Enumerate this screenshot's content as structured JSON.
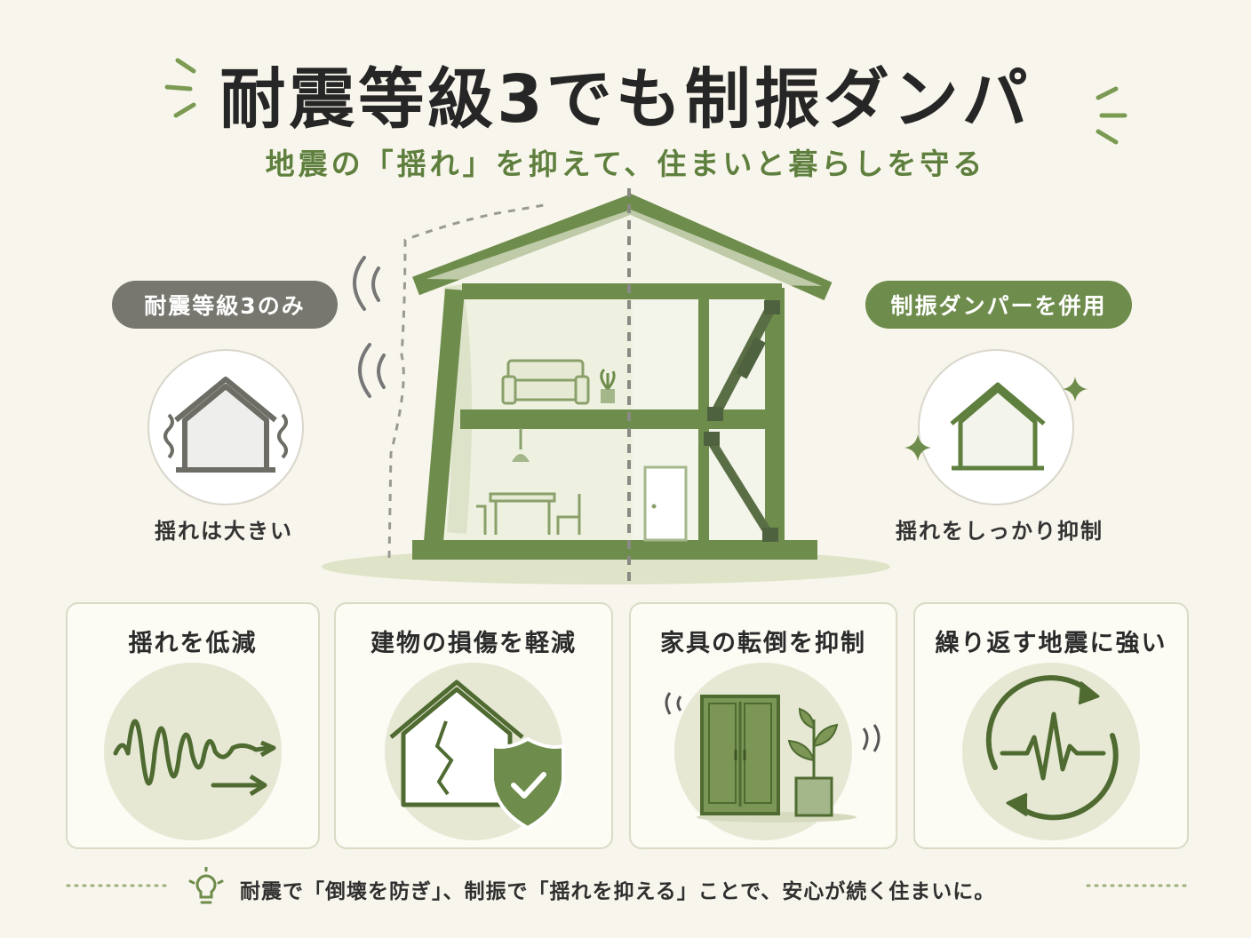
{
  "title": "耐震等級3でも制振ダンパ",
  "subtitle": "地震の「揺れ」を抑えて、住まいと暮らしを守る",
  "left": {
    "label": "耐震等級3のみ",
    "caption": "揺れは大きい"
  },
  "right": {
    "label": "制振ダンパーを併用",
    "caption": "揺れをしっかり抑制"
  },
  "cards": [
    {
      "title": "揺れを低減",
      "icon": "damped-wave-icon"
    },
    {
      "title": "建物の損傷を軽減",
      "icon": "house-shield-icon"
    },
    {
      "title": "家具の転倒を抑制",
      "icon": "cabinet-plant-icon"
    },
    {
      "title": "繰り返す地震に強い",
      "icon": "cycle-pulse-icon"
    }
  ],
  "footer": {
    "text": "耐震で「倒壊を防ぎ」、制振で「揺れを抑える」ことで、安心が続く住まいに。",
    "icon": "lightbulb-icon"
  },
  "colors": {
    "background": "#f8f6ec",
    "accent_green": "#6e8c4b",
    "dark_green": "#5e7f3d",
    "grey": "#77776f"
  }
}
